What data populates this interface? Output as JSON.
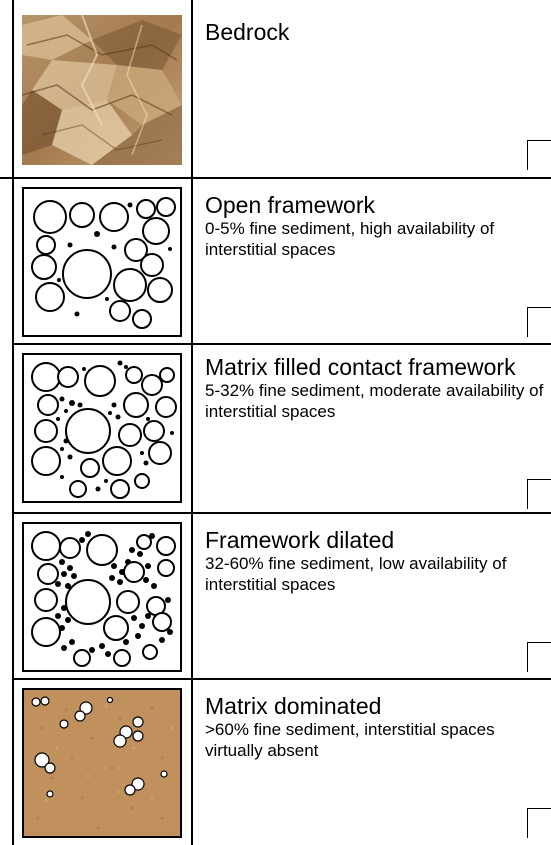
{
  "rows": [
    {
      "title": "Bedrock",
      "description": "",
      "image": "bedrock-texture"
    },
    {
      "title": "Open framework",
      "description": "0-5% fine sediment, high availability of interstitial spaces",
      "image": "open-framework-diagram"
    },
    {
      "title": "Matrix filled contact framework",
      "description": "5-32% fine sediment, moderate availability of interstitial spaces",
      "image": "matrix-filled-contact-framework-diagram"
    },
    {
      "title": "Framework dilated",
      "description": "32-60% fine sediment, low availability of interstitial spaces",
      "image": "framework-dilated-diagram"
    },
    {
      "title": "Matrix dominated",
      "description": ">60% fine sediment, interstitial spaces virtually absent",
      "image": "matrix-dominated-texture"
    }
  ]
}
